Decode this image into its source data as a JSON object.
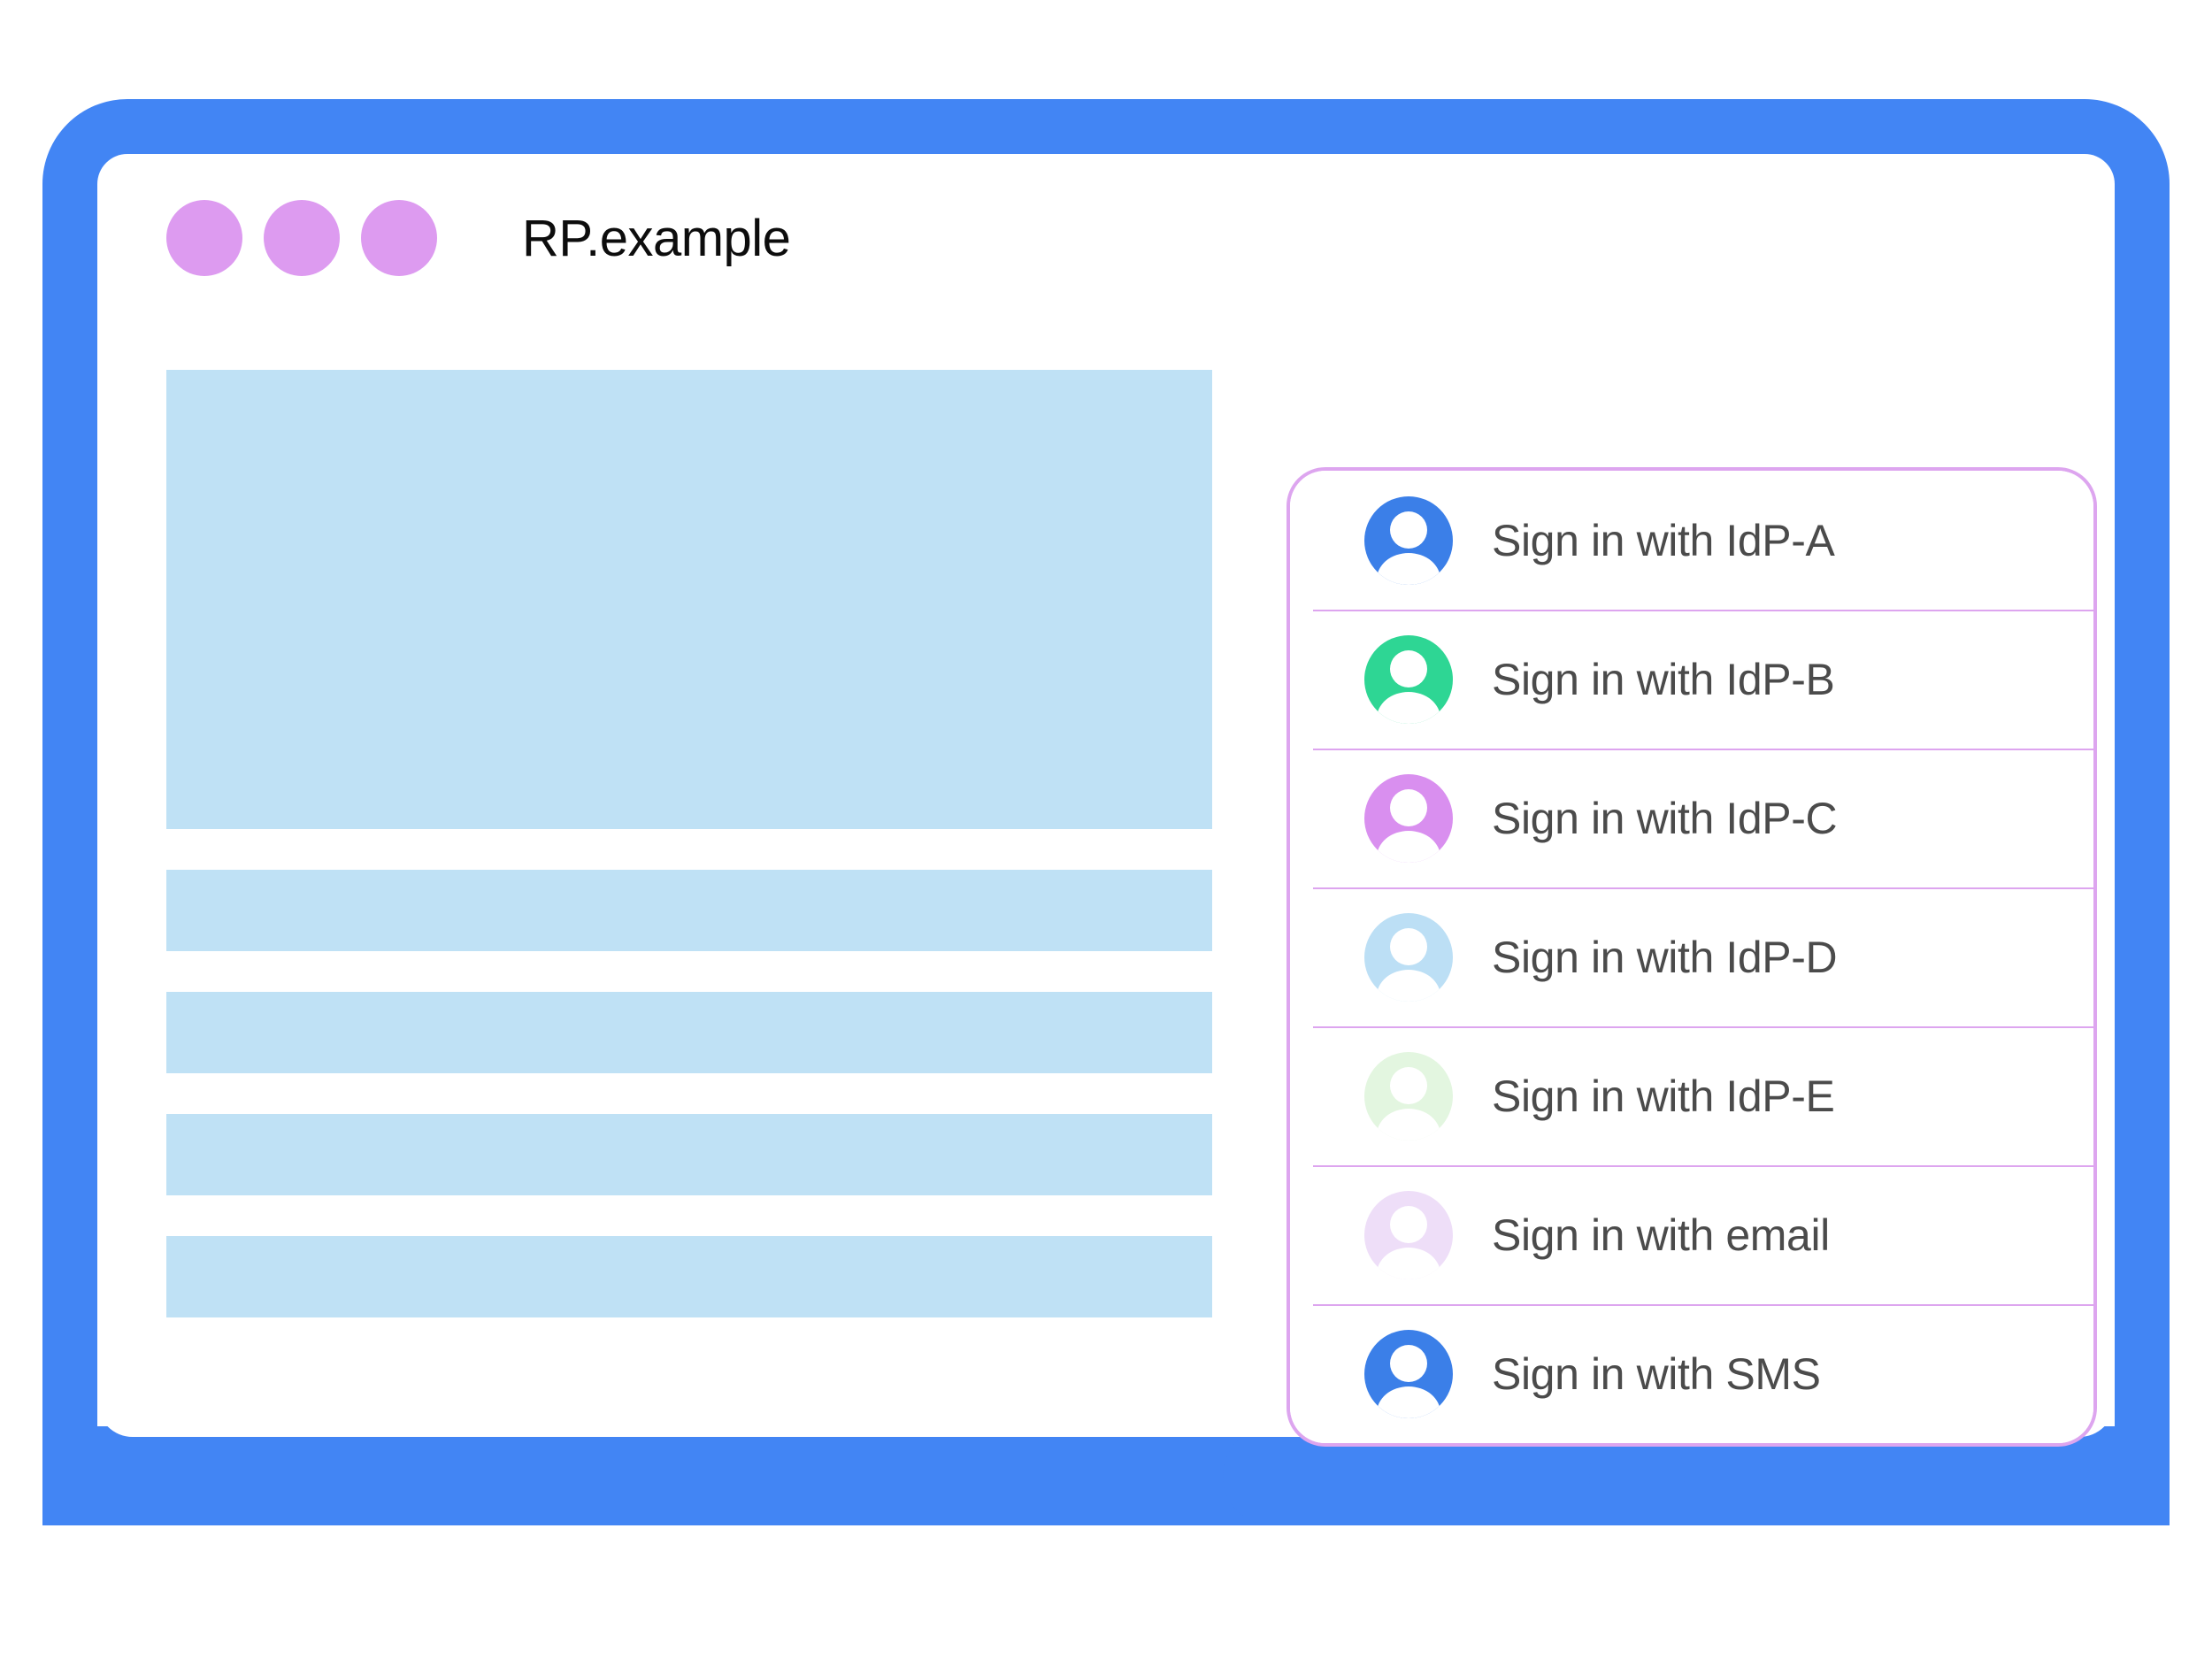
{
  "colors": {
    "bezel": "#4285f4",
    "screen": "#ffffff",
    "window_dot": "#dd9bf0",
    "placeholder": "#bfe1f5",
    "panel_border": "#dda5ef",
    "divider": "#dda5ef",
    "label_text": "#4b4b4b",
    "title_text": "#0d0d0d"
  },
  "window": {
    "title": "RP.example",
    "dots": [
      "window-dot-1",
      "window-dot-2",
      "window-dot-3"
    ]
  },
  "content": {
    "hero_placeholder": "content-placeholder-hero",
    "bars": [
      "content-placeholder-bar-1",
      "content-placeholder-bar-2",
      "content-placeholder-bar-3",
      "content-placeholder-bar-4"
    ]
  },
  "account_chooser": {
    "options": [
      {
        "label": "Sign in with IdP-A",
        "avatar_color": "#3b7fe8",
        "icon": "person-avatar-icon"
      },
      {
        "label": "Sign in with IdP-B",
        "avatar_color": "#2ed694",
        "icon": "person-avatar-icon"
      },
      {
        "label": "Sign in with IdP-C",
        "avatar_color": "#d98fef",
        "icon": "person-avatar-icon"
      },
      {
        "label": "Sign in with IdP-D",
        "avatar_color": "#bcdff5",
        "icon": "person-avatar-icon"
      },
      {
        "label": "Sign in with IdP-E",
        "avatar_color": "#e3f6e0",
        "icon": "person-avatar-icon"
      },
      {
        "label": "Sign in with email",
        "avatar_color": "#eedef8",
        "icon": "person-avatar-icon"
      },
      {
        "label": "Sign in with SMS",
        "avatar_color": "#3b7fe8",
        "icon": "person-avatar-icon"
      }
    ]
  },
  "device": {
    "home_button": "home-button"
  }
}
